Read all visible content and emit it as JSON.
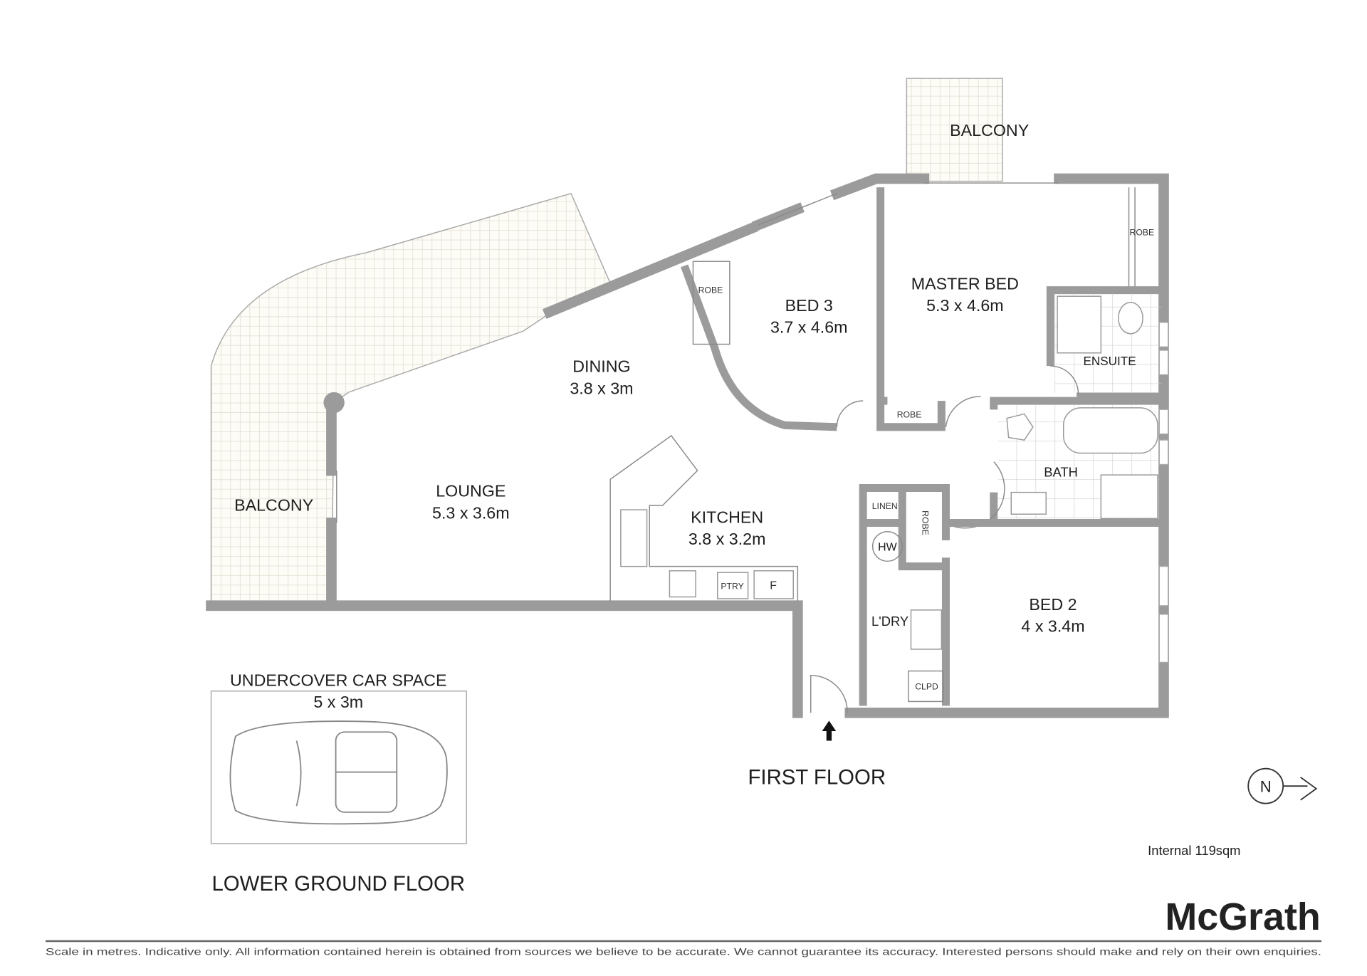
{
  "plan": {
    "rooms": {
      "balcony_top": "BALCONY",
      "balcony_left": "BALCONY",
      "master_bed": {
        "name": "MASTER BED",
        "size": "5.3 x 4.6m"
      },
      "bed3": {
        "name": "BED 3",
        "size": "3.7 x 4.6m"
      },
      "dining": {
        "name": "DINING",
        "size": "3.8 x 3m"
      },
      "lounge": {
        "name": "LOUNGE",
        "size": "5.3 x 3.6m"
      },
      "kitchen": {
        "name": "KITCHEN",
        "size": "3.8 x 3.2m"
      },
      "ensuite": "ENSUITE",
      "bath": "BATH",
      "bed2": {
        "name": "BED 2",
        "size": "4 x 3.4m"
      },
      "laundry": "L'DRY",
      "car_space": {
        "name": "UNDERCOVER CAR SPACE",
        "size": "5 x 3m"
      }
    },
    "small_labels": {
      "robe_master": "ROBE",
      "robe_bed3": "ROBE",
      "robe_hall": "ROBE",
      "robe_bed2": "ROBE",
      "linen": "LINEN",
      "hot_water": "HW",
      "cupboard": "CLPD",
      "pantry": "PTRY",
      "fridge": "F"
    },
    "floors": {
      "first": "FIRST FLOOR",
      "lower": "LOWER GROUND FLOOR"
    },
    "compass": "N",
    "internal_area": "Internal 119sqm"
  },
  "brand": {
    "logo": "McGrath"
  },
  "disclaimer": "Scale in metres. Indicative only. All information contained herein is obtained from sources we believe to be accurate. We cannot guarantee its accuracy. Interested persons should make and rely on their own enquiries."
}
